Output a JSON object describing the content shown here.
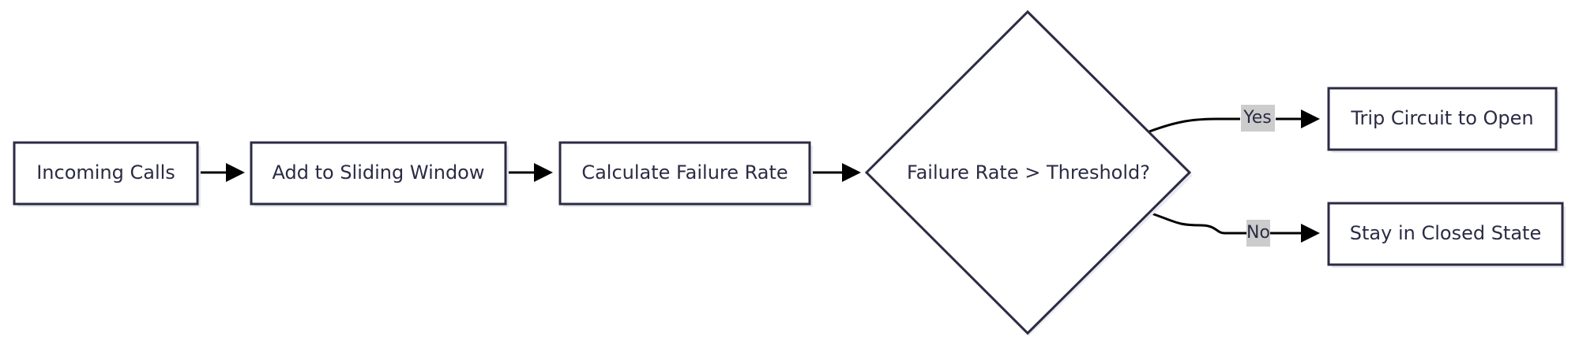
{
  "diagram": {
    "nodes": {
      "incoming_calls": "Incoming Calls",
      "add_to_window": "Add to Sliding Window",
      "calc_failure_rate": "Calculate Failure Rate",
      "decision": "Failure Rate > Threshold?",
      "trip_open": "Trip Circuit to Open",
      "stay_closed": "Stay in Closed State"
    },
    "edges": {
      "yes_label": "Yes",
      "no_label": "No"
    },
    "colors": {
      "node_stroke": "#2b2b45",
      "node_fill": "#ffffff",
      "edge_stroke": "#000000",
      "label_background": "#cccccc"
    }
  }
}
